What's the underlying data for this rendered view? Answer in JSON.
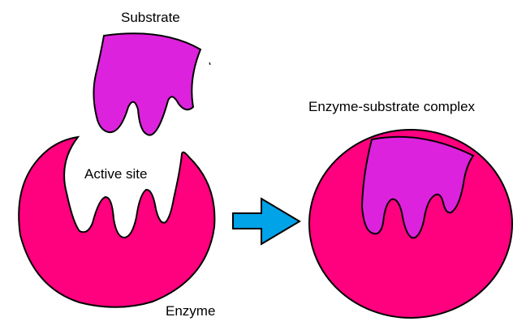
{
  "labels": {
    "substrate": "Substrate",
    "active_site": "Active site",
    "enzyme": "Enzyme",
    "complex": "Enzyme-substrate complex"
  },
  "colors": {
    "enzyme": "#ff007f",
    "substrate": "#dd22dd",
    "arrow": "#00a2e8",
    "outline": "#000000",
    "background": "#ffffff"
  },
  "icons": {
    "reaction_arrow": "right-arrow-icon"
  }
}
